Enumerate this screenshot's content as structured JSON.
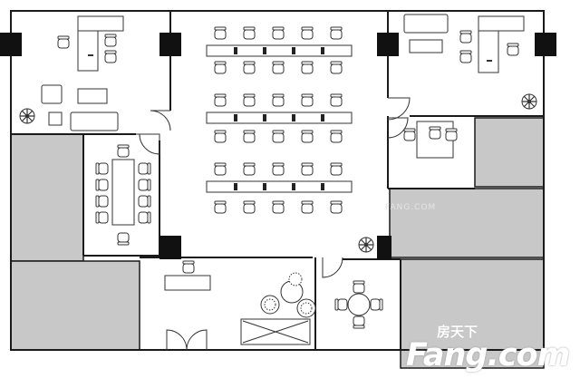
{
  "watermark": {
    "brand_cn": "房天下",
    "brand_en": "Fang.com",
    "faint_text": "FANG.COM"
  },
  "colors": {
    "wall": "#1a1a1a",
    "shaded_area": "#c8c8c8",
    "column": "#111111",
    "furniture_line": "#333333"
  },
  "rooms": [
    "office-top-left",
    "office-top-right",
    "meeting-room",
    "open-workspace",
    "reception",
    "lounge",
    "small-office"
  ]
}
